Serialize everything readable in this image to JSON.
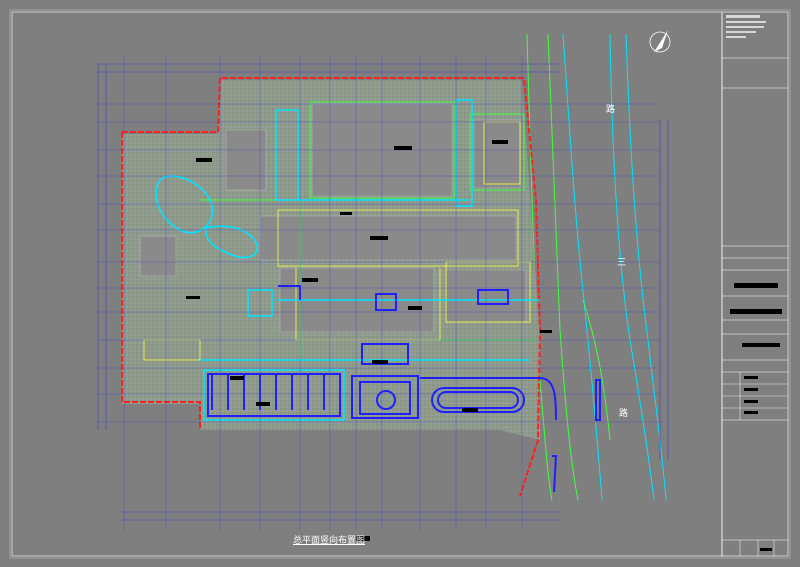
{
  "drawing": {
    "title": "总平面竖向布置图",
    "road_labels": [
      "路",
      "三",
      "路"
    ]
  },
  "colors": {
    "background": "#7f7f7f",
    "site_boundary": "#ff2020",
    "building_outline": "#ffff40",
    "green_line": "#40ff40",
    "cyan_line": "#00e5ff",
    "blue_line": "#2020ff",
    "dimension_line": "#3030c0",
    "hatch": "#8c9b8c"
  },
  "legend_icons": [
    "north-arrow-icon"
  ]
}
